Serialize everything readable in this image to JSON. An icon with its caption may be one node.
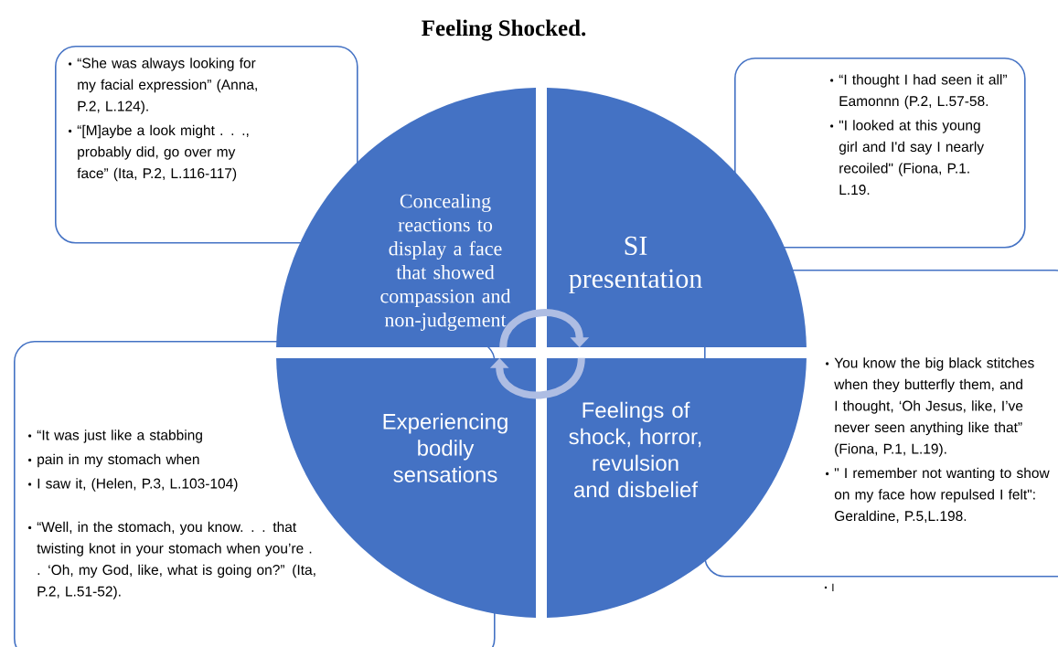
{
  "diagram": {
    "title": "Feeling Shocked.",
    "nodes": [
      {
        "text": [
          "“She was always looking for my facial expression” (Anna, P.2, L.124).",
          "“[M]aybe a look might . . ., probably did, go over my face” (Ita, P.2, L.116-117)"
        ]
      },
      {
        "text": [
          "“I thought I had seen it all” Eamonnn (P.2, L.57-58.",
          "\"I looked at this young girl and I'd say I nearly recoiled\" (Fiona, P.1. L.19."
        ]
      },
      {
        "text": [
          "Concealing reactions to display a face that showed compassion and non-judgement"
        ]
      },
      {
        "text": [
          "SI presentation"
        ]
      },
      {
        "text": [
          "You know the big black stitches when they butterfly them, and I thought, ‘Oh Jesus, like, I’ve never seen anything like that” (Fiona, P.1, L.19).",
          "\" I remember not wanting to show on my face how repulsed I felt\": Geraldine, P.5,L.198."
        ]
      },
      {
        "text": [
          "“It was just like a stabbing",
          "pain in my stomach when",
          "I saw it, (Helen, P.3, L.103-104)",
          "“Well, in the stomach, you know. . . that twisting knot in your stomach when you’re . . ‘Oh, my God, like, what is going on?” (Ita, P.2, L.51-52)."
        ]
      },
      {
        "text": [
          "Experiencing bodily sensations"
        ]
      },
      {
        "text": [
          "Feelings of shock, horror, revulsion and disbelief"
        ]
      }
    ],
    "edges": [
      {
        "from": 2,
        "to": 3,
        "arrow": "to"
      },
      {
        "from": 7,
        "to": 6,
        "arrow": "to"
      }
    ],
    "labels": [
      "I"
    ]
  }
}
